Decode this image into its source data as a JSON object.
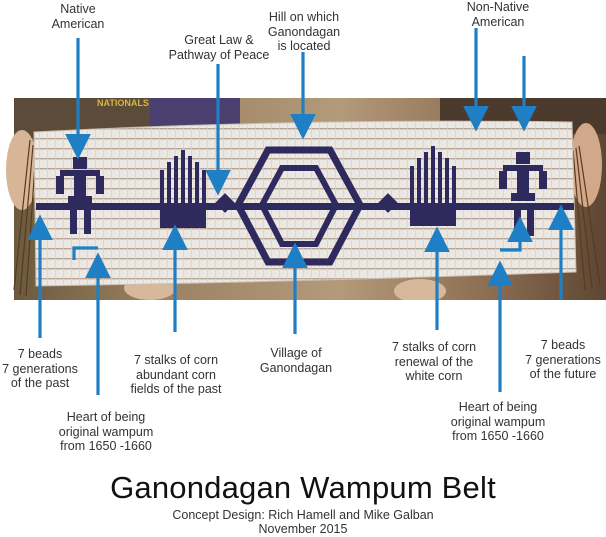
{
  "labels": {
    "native_american": "Native\nAmerican",
    "great_law": "Great Law &\nPathway of Peace",
    "hill": "Hill on which\nGanondagan\nis located",
    "non_native": "Non-Native\nAmerican",
    "beads_past": "7 beads\n7 generations\nof the past",
    "heart_left": "Heart of being\noriginal wampum\nfrom 1650 -1660",
    "corn_left": "7 stalks of corn\nabundant corn\nfields of the past",
    "village": "Village of\nGanondagan",
    "corn_right": "7 stalks of corn\nrenewal of the\nwhite corn",
    "heart_right": "Heart of being\noriginal wampum\nfrom 1650 -1660",
    "beads_future": "7 beads\n7 generations\nof the future"
  },
  "photo_text": {
    "shirt_text": "NATIONALS"
  },
  "title": "Ganondagan Wampum Belt",
  "credits": "Concept Design: Rich Hamell and Mike Galban",
  "date": "November 2015",
  "colors": {
    "arrow": "#1f7fc4",
    "belt_purple": "#2e2a5e",
    "belt_white": "#ece8e4",
    "background_photo": "#8a6a4c"
  }
}
